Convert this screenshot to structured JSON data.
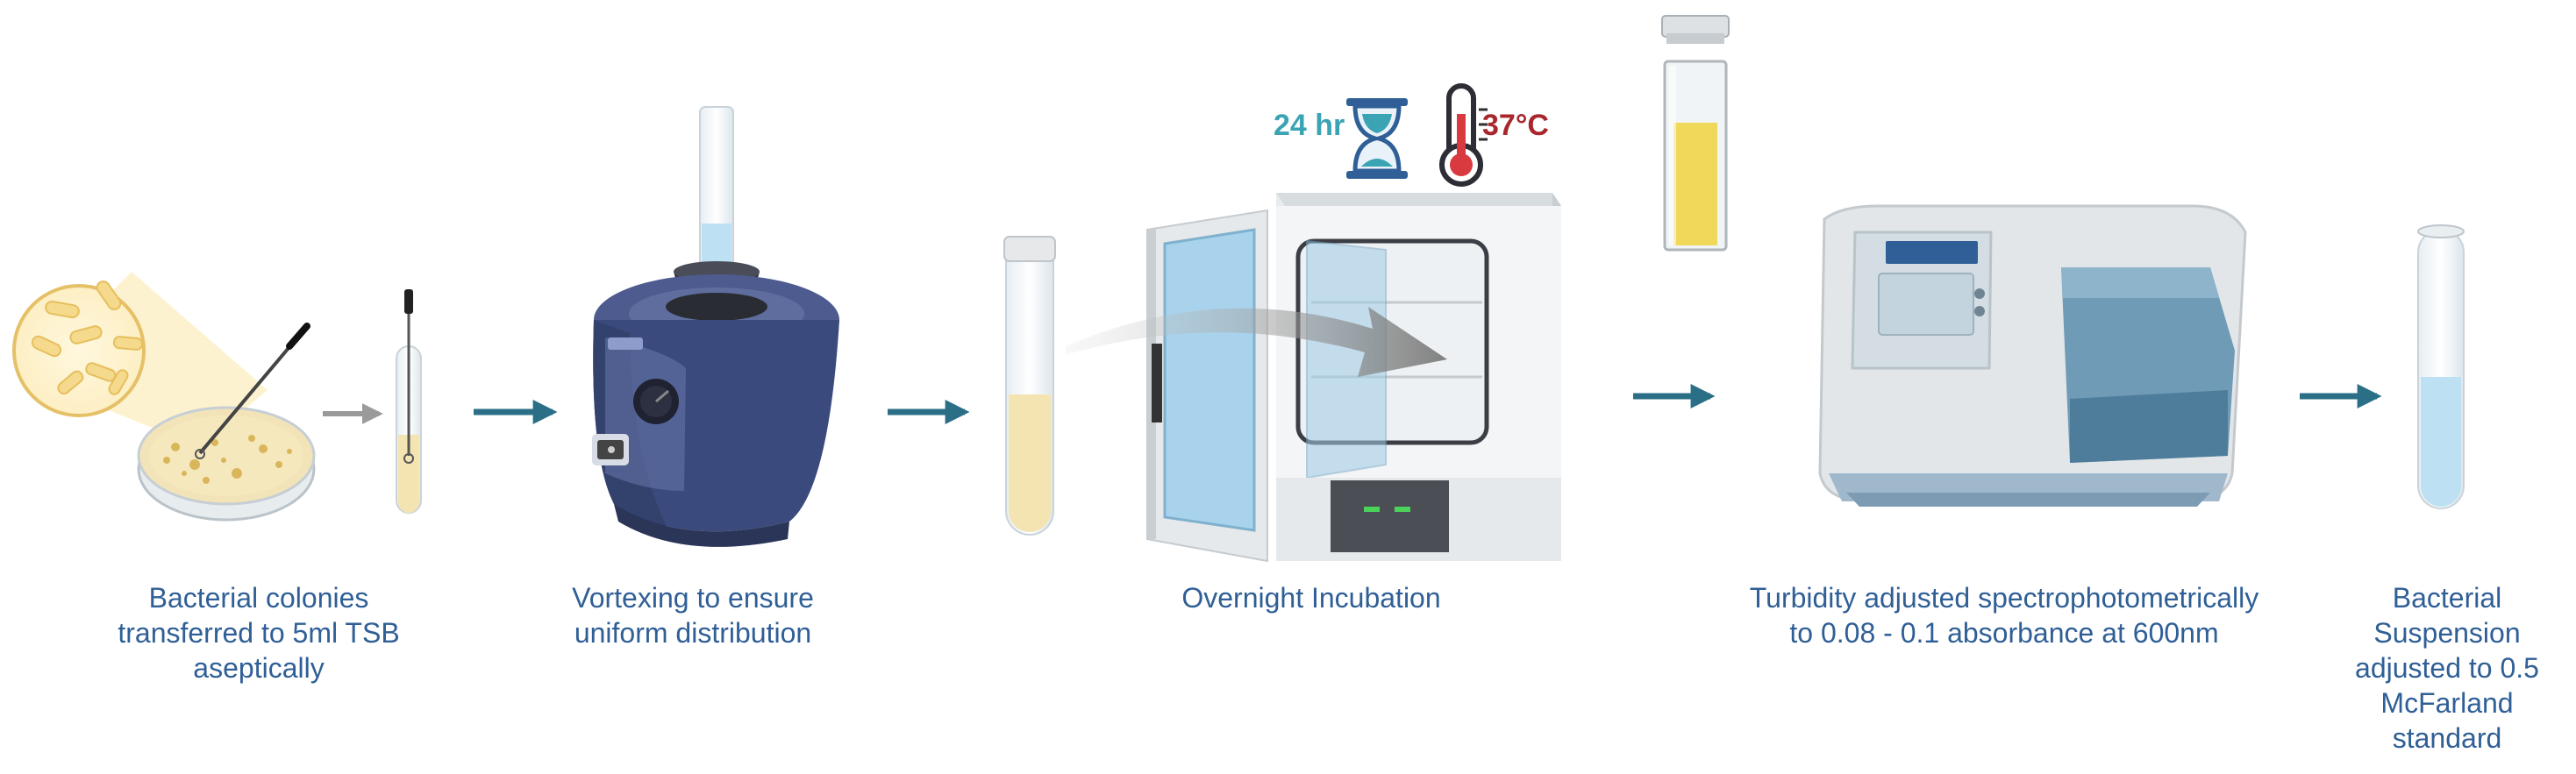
{
  "steps": [
    {
      "id": "colonies",
      "caption_lines": [
        "Bacterial colonies",
        "transferred to 5ml TSB",
        "aseptically"
      ]
    },
    {
      "id": "vortex",
      "caption_lines": [
        "Vortexing to ensure",
        "uniform distribution"
      ]
    },
    {
      "id": "incubation",
      "caption_lines": [
        "Overnight Incubation"
      ]
    },
    {
      "id": "spectro",
      "caption_lines": [
        "Turbidity adjusted spectrophotometrically",
        "to 0.08 - 0.1 absorbance at 600nm"
      ]
    },
    {
      "id": "suspension",
      "caption_lines": [
        "Bacterial",
        "Suspension",
        "adjusted to 0.5",
        "McFarland",
        "standard"
      ]
    }
  ],
  "incubation": {
    "time_label": "24 hr",
    "temp_label": "37°C"
  },
  "colors": {
    "caption": "#2f5f96",
    "arrow": "#2b6f86",
    "time": "#3aa3b4",
    "temp": "#a8262c",
    "broth": "#f4e4b2",
    "cuvette_fluid": "#efd85a",
    "suspension_fluid": "#bde1f2",
    "vortex_body": "#3b4a7c"
  }
}
